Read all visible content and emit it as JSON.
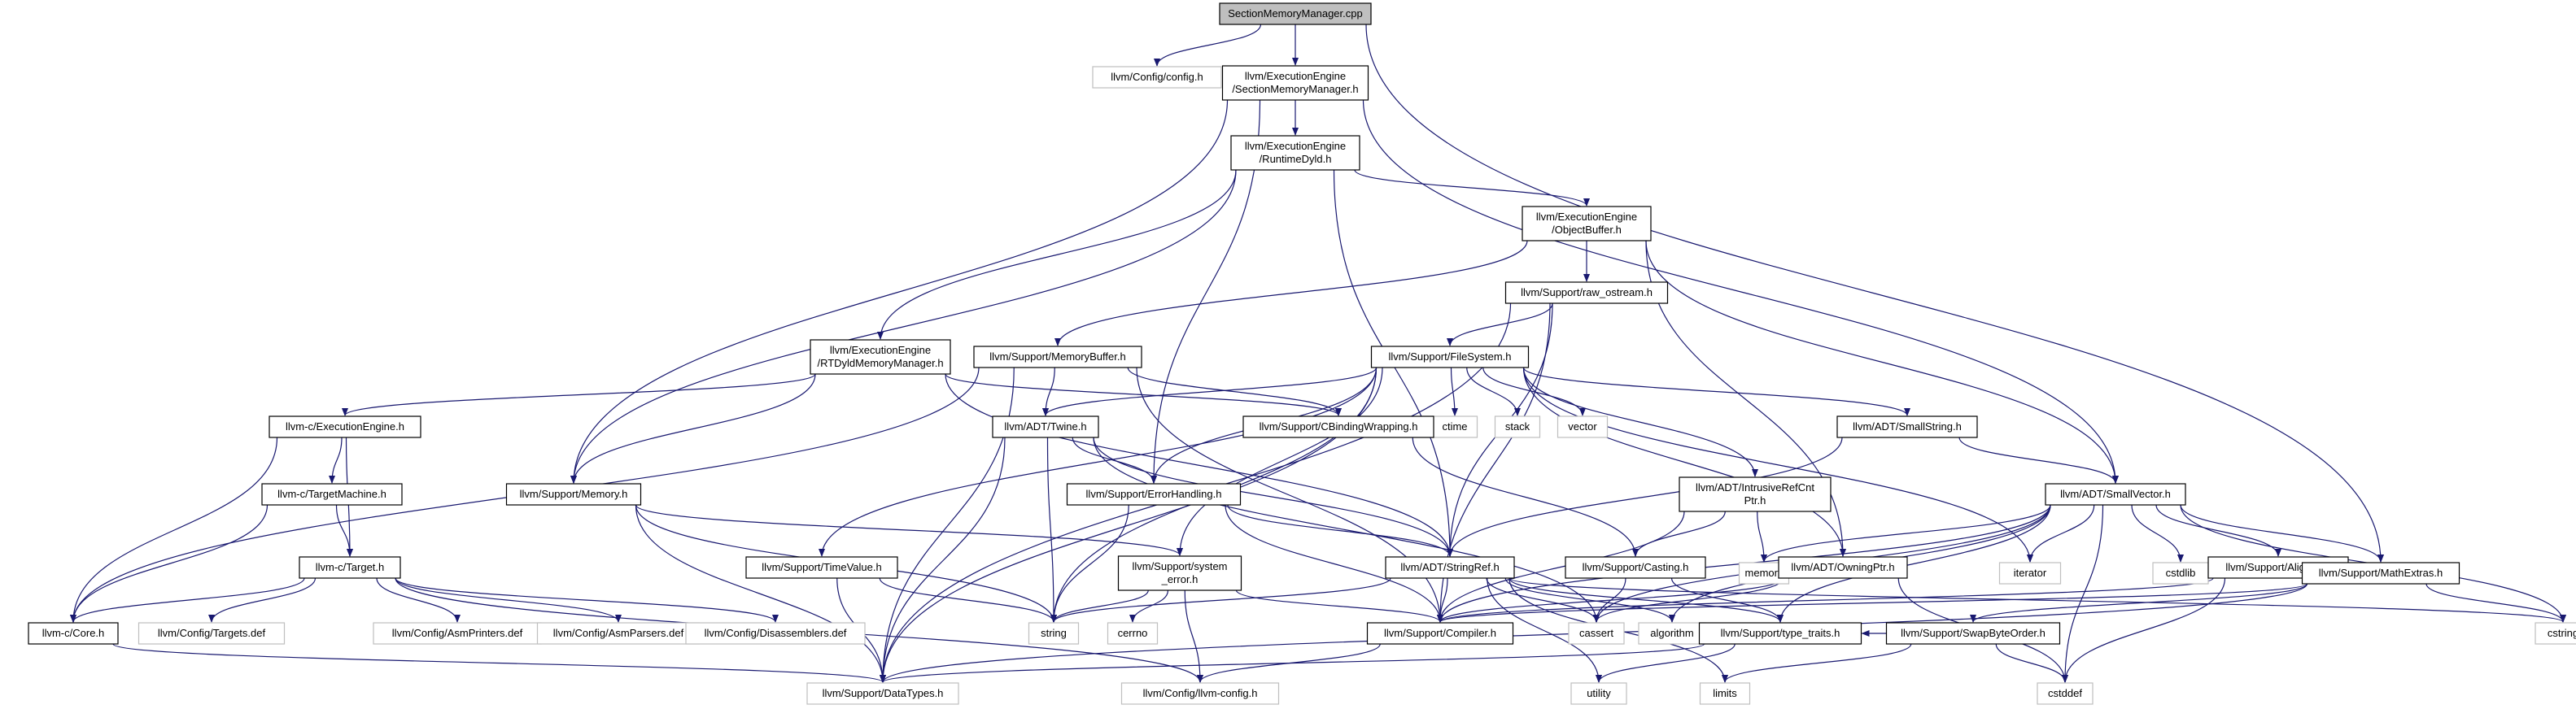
{
  "colors": {
    "edge": "#191970",
    "root_fill": "#bfbfbf",
    "ext_border": "#bfbfbf",
    "node_border": "#000000"
  },
  "nodes": [
    {
      "id": "root",
      "lines": [
        "SectionMemoryManager.cpp"
      ],
      "kind": "root"
    },
    {
      "id": "config",
      "lines": [
        "llvm/Config/config.h"
      ],
      "kind": "ext"
    },
    {
      "id": "smm",
      "lines": [
        "llvm/ExecutionEngine",
        "/SectionMemoryManager.h"
      ]
    },
    {
      "id": "rtdyld",
      "lines": [
        "llvm/ExecutionEngine",
        "/RuntimeDyld.h"
      ]
    },
    {
      "id": "objbuf",
      "lines": [
        "llvm/ExecutionEngine",
        "/ObjectBuffer.h"
      ]
    },
    {
      "id": "rawos",
      "lines": [
        "llvm/Support/raw_ostream.h"
      ]
    },
    {
      "id": "rtdmm",
      "lines": [
        "llvm/ExecutionEngine",
        "/RTDyldMemoryManager.h"
      ]
    },
    {
      "id": "membuf",
      "lines": [
        "llvm/Support/MemoryBuffer.h"
      ]
    },
    {
      "id": "fs",
      "lines": [
        "llvm/Support/FileSystem.h"
      ]
    },
    {
      "id": "ctime",
      "lines": [
        "ctime"
      ],
      "kind": "ext"
    },
    {
      "id": "stack",
      "lines": [
        "stack"
      ],
      "kind": "ext"
    },
    {
      "id": "vector",
      "lines": [
        "vector"
      ],
      "kind": "ext"
    },
    {
      "id": "smallstr",
      "lines": [
        "llvm/ADT/SmallString.h"
      ]
    },
    {
      "id": "cee",
      "lines": [
        "llvm-c/ExecutionEngine.h"
      ]
    },
    {
      "id": "twine",
      "lines": [
        "llvm/ADT/Twine.h"
      ]
    },
    {
      "id": "cbind",
      "lines": [
        "llvm/Support/CBindingWrapping.h"
      ]
    },
    {
      "id": "irc",
      "lines": [
        "llvm/ADT/IntrusiveRefCnt",
        "Ptr.h"
      ]
    },
    {
      "id": "smallvec",
      "lines": [
        "llvm/ADT/SmallVector.h"
      ]
    },
    {
      "id": "ctm",
      "lines": [
        "llvm-c/TargetMachine.h"
      ]
    },
    {
      "id": "mem",
      "lines": [
        "llvm/Support/Memory.h"
      ]
    },
    {
      "id": "errh",
      "lines": [
        "llvm/Support/ErrorHandling.h"
      ]
    },
    {
      "id": "memory",
      "lines": [
        "memory"
      ],
      "kind": "ext"
    },
    {
      "id": "iterator",
      "lines": [
        "iterator"
      ],
      "kind": "ext"
    },
    {
      "id": "cstdlib",
      "lines": [
        "cstdlib"
      ],
      "kind": "ext"
    },
    {
      "id": "ctarget",
      "lines": [
        "llvm-c/Target.h"
      ]
    },
    {
      "id": "timeval",
      "lines": [
        "llvm/Support/TimeValue.h"
      ]
    },
    {
      "id": "syserr",
      "lines": [
        "llvm/Support/system",
        "_error.h"
      ]
    },
    {
      "id": "stringref",
      "lines": [
        "llvm/ADT/StringRef.h"
      ]
    },
    {
      "id": "casting",
      "lines": [
        "llvm/Support/Casting.h"
      ]
    },
    {
      "id": "owning",
      "lines": [
        "llvm/ADT/OwningPtr.h"
      ]
    },
    {
      "id": "alignof",
      "lines": [
        "llvm/Support/AlignOf.h"
      ]
    },
    {
      "id": "mathex",
      "lines": [
        "llvm/Support/MathExtras.h"
      ]
    },
    {
      "id": "ccore",
      "lines": [
        "llvm-c/Core.h"
      ]
    },
    {
      "id": "targetsdef",
      "lines": [
        "llvm/Config/Targets.def"
      ],
      "kind": "ext"
    },
    {
      "id": "asmprint",
      "lines": [
        "llvm/Config/AsmPrinters.def"
      ],
      "kind": "ext"
    },
    {
      "id": "asmparse",
      "lines": [
        "llvm/Config/AsmParsers.def"
      ],
      "kind": "ext"
    },
    {
      "id": "disasm",
      "lines": [
        "llvm/Config/Disassemblers.def"
      ],
      "kind": "ext"
    },
    {
      "id": "string",
      "lines": [
        "string"
      ],
      "kind": "ext"
    },
    {
      "id": "cerrno",
      "lines": [
        "cerrno"
      ],
      "kind": "ext"
    },
    {
      "id": "compiler",
      "lines": [
        "llvm/Support/Compiler.h"
      ]
    },
    {
      "id": "cassert",
      "lines": [
        "cassert"
      ],
      "kind": "ext"
    },
    {
      "id": "algorithm",
      "lines": [
        "algorithm"
      ],
      "kind": "ext"
    },
    {
      "id": "typetraits",
      "lines": [
        "llvm/Support/type_traits.h"
      ]
    },
    {
      "id": "swapbyte",
      "lines": [
        "llvm/Support/SwapByteOrder.h"
      ]
    },
    {
      "id": "cstring",
      "lines": [
        "cstring"
      ],
      "kind": "ext"
    },
    {
      "id": "datatypes",
      "lines": [
        "llvm/Support/DataTypes.h"
      ],
      "kind": "ext"
    },
    {
      "id": "llvmconfig",
      "lines": [
        "llvm/Config/llvm-config.h"
      ],
      "kind": "ext"
    },
    {
      "id": "utility",
      "lines": [
        "utility"
      ],
      "kind": "ext"
    },
    {
      "id": "limits",
      "lines": [
        "limits"
      ],
      "kind": "ext"
    },
    {
      "id": "cstddef",
      "lines": [
        "cstddef"
      ],
      "kind": "ext"
    }
  ],
  "edges": [
    [
      "root",
      "config"
    ],
    [
      "root",
      "smm"
    ],
    [
      "root",
      "mathex"
    ],
    [
      "smm",
      "rtdyld"
    ],
    [
      "smm",
      "smallvec"
    ],
    [
      "smm",
      "mem"
    ],
    [
      "smm",
      "errh"
    ],
    [
      "rtdyld",
      "objbuf"
    ],
    [
      "rtdyld",
      "rtdmm"
    ],
    [
      "rtdyld",
      "stringref"
    ],
    [
      "rtdyld",
      "mem"
    ],
    [
      "objbuf",
      "rawos"
    ],
    [
      "objbuf",
      "membuf"
    ],
    [
      "objbuf",
      "owning"
    ],
    [
      "objbuf",
      "smallvec"
    ],
    [
      "rawos",
      "fs"
    ],
    [
      "rawos",
      "stringref"
    ],
    [
      "rawos",
      "compiler"
    ],
    [
      "rawos",
      "datatypes"
    ],
    [
      "rtdmm",
      "cee"
    ],
    [
      "rtdmm",
      "mem"
    ],
    [
      "rtdmm",
      "cbind"
    ],
    [
      "rtdmm",
      "stringref"
    ],
    [
      "membuf",
      "twine"
    ],
    [
      "membuf",
      "cbind"
    ],
    [
      "membuf",
      "compiler"
    ],
    [
      "membuf",
      "datatypes"
    ],
    [
      "membuf",
      "ccore"
    ],
    [
      "fs",
      "ctime"
    ],
    [
      "fs",
      "stack"
    ],
    [
      "fs",
      "vector"
    ],
    [
      "fs",
      "smallstr"
    ],
    [
      "fs",
      "twine"
    ],
    [
      "fs",
      "irc"
    ],
    [
      "fs",
      "syserr"
    ],
    [
      "fs",
      "timeval"
    ],
    [
      "fs",
      "owning"
    ],
    [
      "fs",
      "errh"
    ],
    [
      "fs",
      "iterator"
    ],
    [
      "fs",
      "string"
    ],
    [
      "fs",
      "datatypes"
    ],
    [
      "smallstr",
      "smallvec"
    ],
    [
      "smallstr",
      "stringref"
    ],
    [
      "cee",
      "ctarget"
    ],
    [
      "cee",
      "ctm"
    ],
    [
      "cee",
      "ccore"
    ],
    [
      "twine",
      "stringref"
    ],
    [
      "twine",
      "errh"
    ],
    [
      "twine",
      "string"
    ],
    [
      "twine",
      "datatypes"
    ],
    [
      "twine",
      "cassert"
    ],
    [
      "cbind",
      "casting"
    ],
    [
      "irc",
      "casting"
    ],
    [
      "irc",
      "memory"
    ],
    [
      "irc",
      "compiler"
    ],
    [
      "smallvec",
      "alignof"
    ],
    [
      "smallvec",
      "mathex"
    ],
    [
      "smallvec",
      "typetraits"
    ],
    [
      "smallvec",
      "compiler"
    ],
    [
      "smallvec",
      "cassert"
    ],
    [
      "smallvec",
      "algorithm"
    ],
    [
      "smallvec",
      "cstdlib"
    ],
    [
      "smallvec",
      "cstddef"
    ],
    [
      "smallvec",
      "cstring"
    ],
    [
      "smallvec",
      "iterator"
    ],
    [
      "smallvec",
      "memory"
    ],
    [
      "ctm",
      "ctarget"
    ],
    [
      "ctm",
      "ccore"
    ],
    [
      "mem",
      "syserr"
    ],
    [
      "mem",
      "datatypes"
    ],
    [
      "mem",
      "string"
    ],
    [
      "errh",
      "stringref"
    ],
    [
      "errh",
      "compiler"
    ],
    [
      "errh",
      "string"
    ],
    [
      "ctarget",
      "ccore"
    ],
    [
      "ctarget",
      "targetsdef"
    ],
    [
      "ctarget",
      "asmprint"
    ],
    [
      "ctarget",
      "asmparse"
    ],
    [
      "ctarget",
      "disasm"
    ],
    [
      "ctarget",
      "llvmconfig"
    ],
    [
      "timeval",
      "datatypes"
    ],
    [
      "timeval",
      "string"
    ],
    [
      "syserr",
      "llvmconfig"
    ],
    [
      "syserr",
      "cerrno"
    ],
    [
      "syserr",
      "string"
    ],
    [
      "syserr",
      "compiler"
    ],
    [
      "stringref",
      "compiler"
    ],
    [
      "stringref",
      "typetraits"
    ],
    [
      "stringref",
      "string"
    ],
    [
      "stringref",
      "cassert"
    ],
    [
      "stringref",
      "algorithm"
    ],
    [
      "stringref",
      "cstring"
    ],
    [
      "stringref",
      "limits"
    ],
    [
      "stringref",
      "utility"
    ],
    [
      "casting",
      "typetraits"
    ],
    [
      "casting",
      "cassert"
    ],
    [
      "owning",
      "compiler"
    ],
    [
      "owning",
      "cassert"
    ],
    [
      "owning",
      "cstddef"
    ],
    [
      "alignof",
      "compiler"
    ],
    [
      "alignof",
      "cstddef"
    ],
    [
      "mathex",
      "swapbyte"
    ],
    [
      "mathex",
      "compiler"
    ],
    [
      "mathex",
      "datatypes"
    ],
    [
      "mathex",
      "cstring"
    ],
    [
      "ccore",
      "datatypes"
    ],
    [
      "compiler",
      "llvmconfig"
    ],
    [
      "typetraits",
      "datatypes"
    ],
    [
      "typetraits",
      "utility"
    ],
    [
      "swapbyte",
      "typetraits"
    ],
    [
      "swapbyte",
      "cstddef"
    ],
    [
      "swapbyte",
      "limits"
    ]
  ]
}
